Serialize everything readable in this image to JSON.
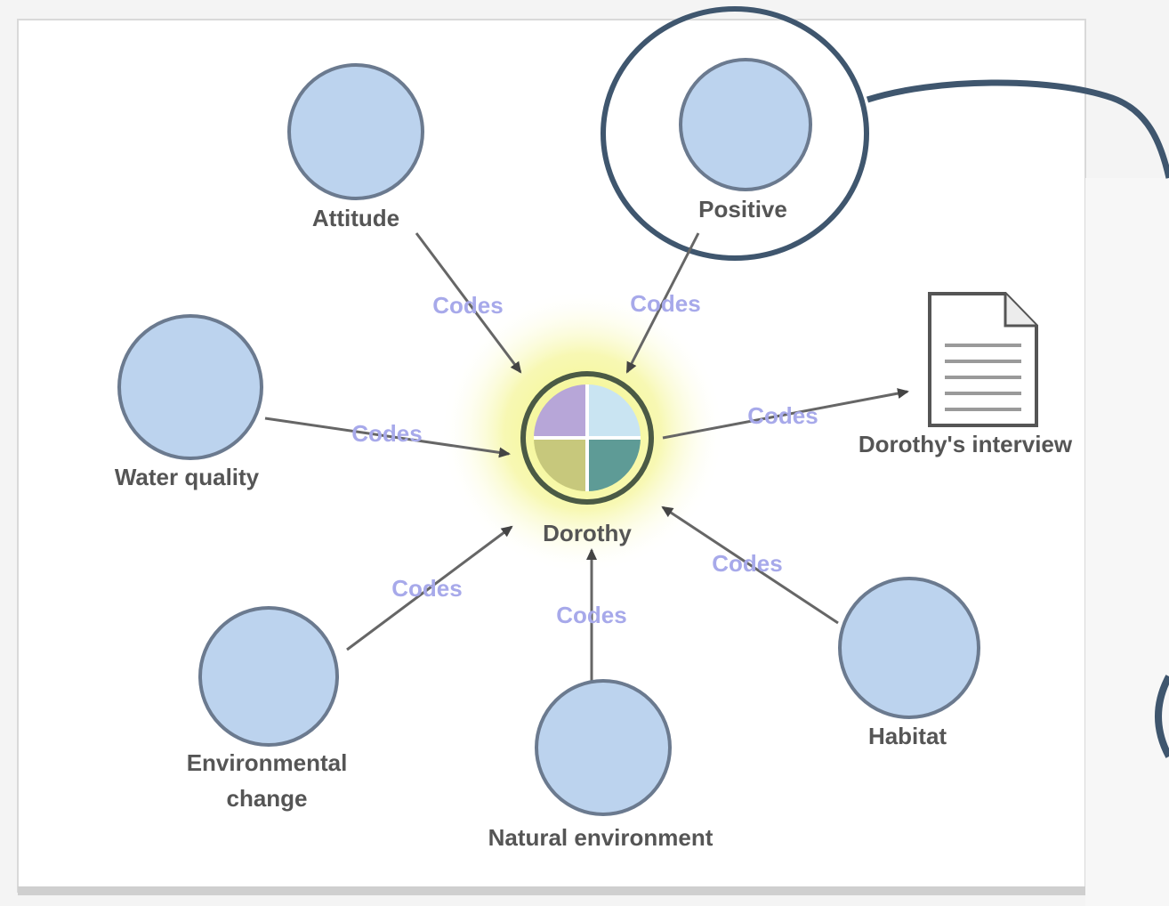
{
  "diagram": {
    "center": {
      "label": "Dorothy"
    },
    "nodes": [
      {
        "id": "attitude",
        "label": "Attitude"
      },
      {
        "id": "positive",
        "label": "Positive"
      },
      {
        "id": "water-quality",
        "label": "Water quality"
      },
      {
        "id": "environmental-change",
        "label_line1": "Environmental",
        "label_line2": "change"
      },
      {
        "id": "natural-environment",
        "label": "Natural environment"
      },
      {
        "id": "habitat",
        "label": "Habitat"
      }
    ],
    "document": {
      "label": "Dorothy's interview",
      "icon": "document-icon"
    },
    "edge_label": "Codes",
    "colors": {
      "node_fill": "#bcd3ee",
      "node_stroke": "#6b7a8f",
      "edge_label": "#a7a9ea",
      "highlight": "#f6f7a6",
      "ring": "#3f566e",
      "quad_purple": "#b7a6d8",
      "quad_lightblue": "#c9e4f2",
      "quad_olive": "#c7c87c",
      "quad_teal": "#5e9b96"
    }
  }
}
